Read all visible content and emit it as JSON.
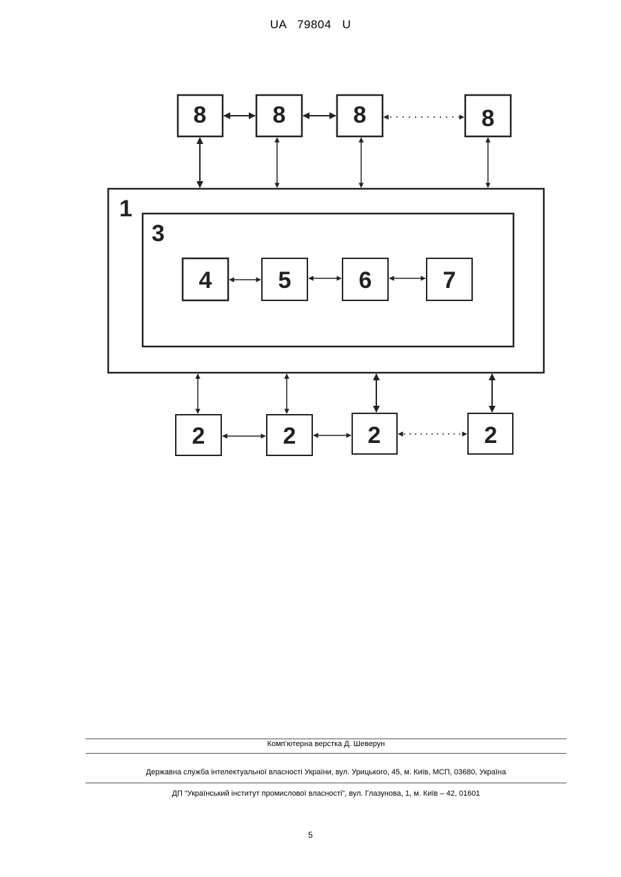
{
  "header": {
    "country": "UA",
    "number": "79804",
    "kind": "U"
  },
  "diagram": {
    "outer_label": "1",
    "inner_label": "3",
    "top_blocks": [
      "8",
      "8",
      "8",
      "8"
    ],
    "inner_blocks": [
      "4",
      "5",
      "6",
      "7"
    ],
    "bottom_blocks": [
      "2",
      "2",
      "2",
      "2"
    ]
  },
  "footer": {
    "layout": "Комп’ютерна верстка Д. Шеверун",
    "office": "Державна служба інтелектуальної власності України, вул. Урицького, 45, м. Київ, МСП, 03680, Україна",
    "institute": "ДП “Український інститут промислової власності”, вул. Глазунова, 1, м. Київ – 42, 01601"
  },
  "page_number": "5"
}
